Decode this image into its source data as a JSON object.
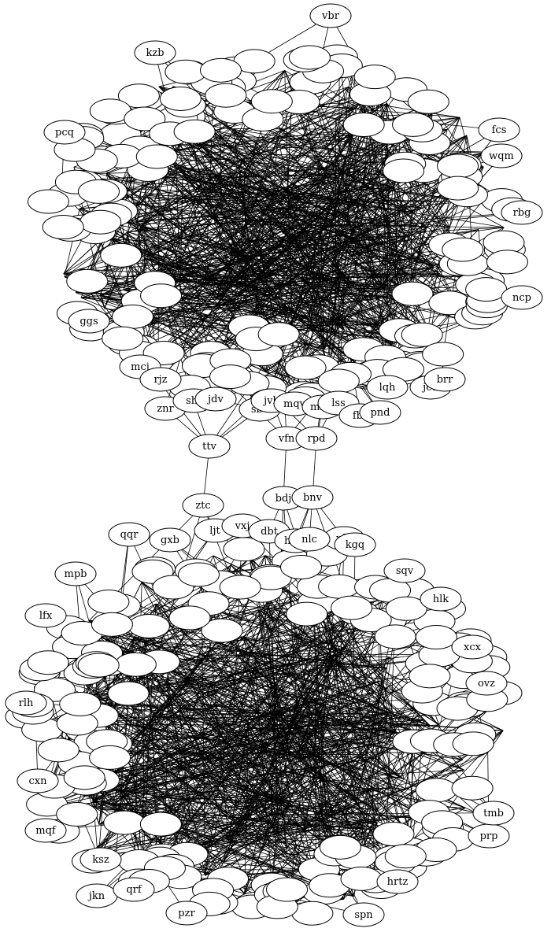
{
  "graph": {
    "type": "undirected-network",
    "nodes": [
      {
        "id": "vbr"
      },
      {
        "id": "kzb"
      },
      {
        "id": "pcq"
      },
      {
        "id": "ncp"
      },
      {
        "id": "ggs"
      },
      {
        "id": "mcj"
      },
      {
        "id": "rjz"
      },
      {
        "id": "znr"
      },
      {
        "id": "shf"
      },
      {
        "id": "jdv"
      },
      {
        "id": "sbv"
      },
      {
        "id": "jvb"
      },
      {
        "id": "mqv"
      },
      {
        "id": "mmc"
      },
      {
        "id": "lss"
      },
      {
        "id": "fbt"
      },
      {
        "id": "pnd"
      },
      {
        "id": "lqh"
      },
      {
        "id": "jcd"
      },
      {
        "id": "brr"
      },
      {
        "id": "rbg"
      },
      {
        "id": "vfn"
      },
      {
        "id": "rpd"
      },
      {
        "id": "ttv"
      },
      {
        "id": "ztc"
      },
      {
        "id": "bdj"
      },
      {
        "id": "bnv"
      },
      {
        "id": "qqr"
      },
      {
        "id": "ljt"
      },
      {
        "id": "vxj"
      },
      {
        "id": "dbt"
      },
      {
        "id": "xfh"
      },
      {
        "id": "kgq"
      },
      {
        "id": "hxm"
      },
      {
        "id": "nlc"
      },
      {
        "id": "mpb"
      },
      {
        "id": "gxb"
      },
      {
        "id": "sqv"
      },
      {
        "id": "hlk"
      },
      {
        "id": "lfx"
      },
      {
        "id": "rlh"
      },
      {
        "id": "cxn"
      },
      {
        "id": "mqf"
      },
      {
        "id": "jkn"
      },
      {
        "id": "ksz"
      },
      {
        "id": "qrf"
      },
      {
        "id": "pzr"
      },
      {
        "id": "spn"
      },
      {
        "id": "prp"
      },
      {
        "id": "tmb"
      },
      {
        "id": "xcx"
      },
      {
        "id": "ovz"
      },
      {
        "id": "wqm"
      },
      {
        "id": "fcs"
      },
      {
        "id": "hrtz"
      }
    ],
    "bridges": [
      [
        "znr",
        "ttv"
      ],
      [
        "shf",
        "ttv"
      ],
      [
        "sbv",
        "ttv"
      ],
      [
        "ttv",
        "ztc"
      ],
      [
        "vfn",
        "bdj"
      ],
      [
        "rpd",
        "bnv"
      ],
      [
        "rjz",
        "shf"
      ],
      [
        "jdv",
        "sbv"
      ],
      [
        "jvb",
        "vfn"
      ],
      [
        "mmc",
        "rpd"
      ],
      [
        "lss",
        "fbt"
      ],
      [
        "fbt",
        "pnd"
      ],
      [
        "ztc",
        "ljt"
      ],
      [
        "bdj",
        "dbt"
      ],
      [
        "bnv",
        "nlc"
      ],
      [
        "bnv",
        "xfh"
      ]
    ]
  }
}
